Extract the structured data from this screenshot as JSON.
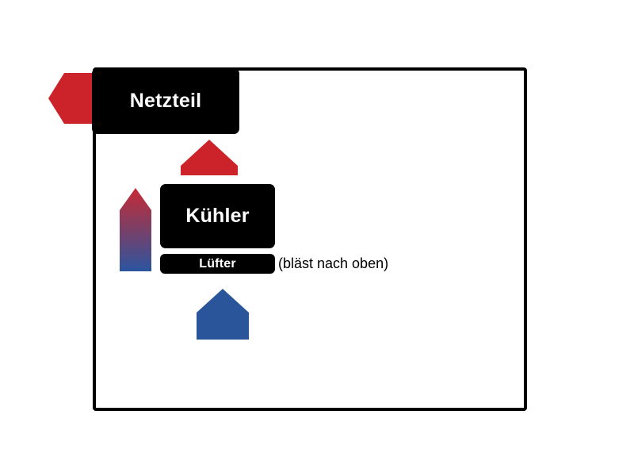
{
  "diagram": {
    "title_visible": false,
    "background_color": "#ffffff"
  },
  "case": {
    "name": "pc-case",
    "border_color": "#000000",
    "fill": "transparent"
  },
  "components": [
    {
      "id": "netzteil",
      "label": "Netzteil",
      "fill_color": "#000000",
      "text_color": "#ffffff"
    },
    {
      "id": "kuehler",
      "label": "Kühler",
      "fill_color": "#000000",
      "text_color": "#ffffff"
    },
    {
      "id": "luefter",
      "label": "Lüfter",
      "fill_color": "#000000",
      "text_color": "#ffffff"
    }
  ],
  "annotations": {
    "luefter_note": "(bläst nach oben)"
  },
  "arrows": [
    {
      "id": "arrow-psu-out",
      "semantic": "psu-exhaust-left",
      "direction": "left",
      "color": "#CC2229",
      "gradient": false
    },
    {
      "id": "arrow-kuehler-up",
      "semantic": "cooler-exhaust-up",
      "direction": "up",
      "color": "#CC2229",
      "gradient": false
    },
    {
      "id": "arrow-case-up",
      "semantic": "case-warm-air-rising",
      "direction": "up",
      "color_top": "#C62A34",
      "color_bottom": "#2B55A0",
      "gradient": true
    },
    {
      "id": "arrow-intake",
      "semantic": "cool-air-intake-up",
      "direction": "up",
      "color": "#2B559A",
      "gradient": false
    }
  ],
  "colors": {
    "red": "#CC2229",
    "blue": "#2B559A",
    "black": "#000000",
    "white": "#ffffff"
  }
}
